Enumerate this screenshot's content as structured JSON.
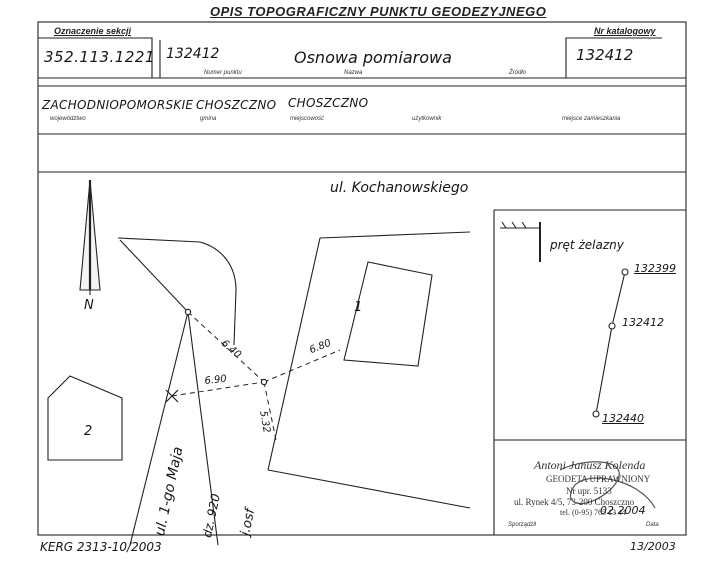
{
  "form": {
    "title": "OPIS TOPOGRAFICZNY PUNKTU GEODEZYJNEGO",
    "section_header": "Oznaczenie sekcji",
    "catalog_header": "Nr katalogowy",
    "section_number": "352.113.1221",
    "point_number": "132412",
    "point_number_label": "Numer punktu",
    "network_name": "Osnowa pomiarowa",
    "network_label": "Nazwa",
    "source_label": "Źródło",
    "catalog_number": "132412",
    "voivodeship": "ZACHODNIOPOMORSKIE",
    "municipality": "CHOSZCZNO",
    "locality": "CHOSZCZNO",
    "voivodeship_label": "województwo",
    "municipality_label": "gmina",
    "locality_label": "miejscowość",
    "usage_label": "użytkownik",
    "location_label": "miejsce zamieszkania"
  },
  "sketch": {
    "street_top": "ul. Kochanowskiego",
    "street_left": "ul. 1-go Maja",
    "parcel": "dz. 920",
    "road": "j.osf",
    "building_left": "2",
    "building_right": "1",
    "north": "N",
    "dist_1": "6.40",
    "dist_2": "6.90",
    "dist_3": "6.80",
    "dist_4": "5.32"
  },
  "profile": {
    "marker_label": "pręt żelazny",
    "points": [
      "132399",
      "132412",
      "132440"
    ]
  },
  "stamp": {
    "name": "Antoni Janusz Kolenda",
    "line1": "GEODETA UPRAWNIONY",
    "line2": "Nr upr. 5133",
    "line3": "ul. Rynek 4/5, 73-200 Choszczno",
    "line4": "tel. (0-95) 765 13 44",
    "date_signed": "02.2004",
    "drawn_by_label": "Sporządził",
    "date_label": "Data"
  },
  "footer": {
    "reference": "KERG 2313-10/2003",
    "right": "13/2003"
  }
}
